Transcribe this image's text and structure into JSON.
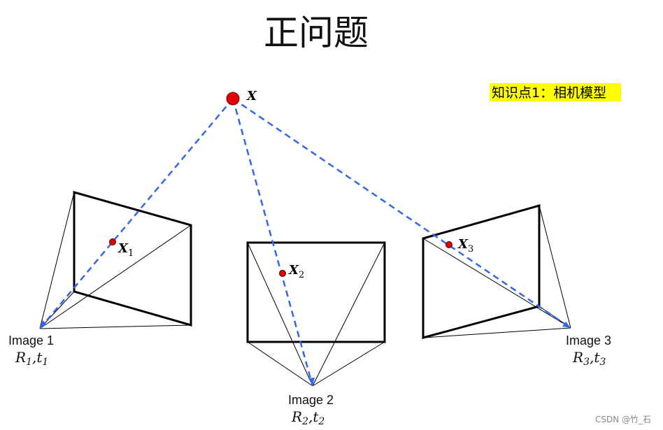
{
  "title": "正问题",
  "badge": {
    "text": "知识点1：相机模型",
    "color": "#ffff00"
  },
  "world_point": {
    "label": "X"
  },
  "cameras": [
    {
      "name": "Image 1",
      "R": "R",
      "R_sub": "1",
      "t": "t",
      "t_sub": "1",
      "proj_label": "X",
      "proj_sub": "1"
    },
    {
      "name": "Image 2",
      "R": "R",
      "R_sub": "2",
      "t": "t",
      "t_sub": "2",
      "proj_label": "X",
      "proj_sub": "2"
    },
    {
      "name": "Image 3",
      "R": "R",
      "R_sub": "3",
      "t": "t",
      "t_sub": "3",
      "proj_label": "X",
      "proj_sub": "3"
    }
  ],
  "colors": {
    "ray": "#3366ee",
    "point": "#e00000",
    "frame": "#000000"
  },
  "watermark": "CSDN @竹_石"
}
